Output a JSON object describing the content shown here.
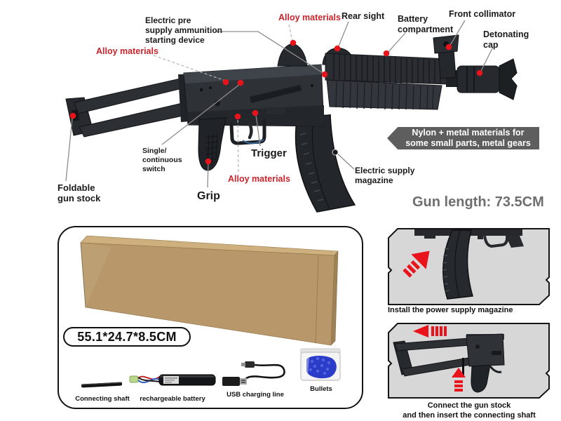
{
  "labels": {
    "electric_pre": "Electric pre\nsupply ammunition\nstarting device",
    "alloy_materials": "Alloy materials",
    "rear_sight": "Rear sight",
    "battery_compartment": "Battery\ncompartment",
    "front_collimator": "Front collimator",
    "detonating_cap": "Detonating\ncap",
    "single_switch": "Single/\ncontinuous\nswitch",
    "trigger": "Trigger",
    "grip": "Grip",
    "foldable_stock": "Foldable\ngun stock",
    "electric_magazine": "Electric supply\nmagazine"
  },
  "banner": {
    "text": "Nylon + metal materials for\nsome small parts, metal gears",
    "bg": "#5e5e5e",
    "fg": "#ffffff"
  },
  "gun_length": "Gun length: 73.5CM",
  "box_dimensions": "55.1*24.7*8.5CM",
  "accessories": [
    {
      "name": "connecting-shaft",
      "label": "Connecting shaft"
    },
    {
      "name": "rechargeable-battery",
      "label": "rechargeable battery"
    },
    {
      "name": "usb-charging-line",
      "label": "USB charging line"
    },
    {
      "name": "bullets",
      "label": "Bullets"
    }
  ],
  "instructions": [
    {
      "caption": "Install the power supply magazine"
    },
    {
      "caption": "Connect the gun stock\nand then insert the connecting shaft"
    }
  ],
  "colors": {
    "accent_red": "#e8131b",
    "label_red": "#c9242b",
    "banner_gray": "#5e5e5e",
    "gun_length_gray": "#6e6e6e",
    "gun_dark": "#2e3237",
    "cardboard": "#b8986a",
    "gel_ball_blue": "#2b3cc8"
  }
}
